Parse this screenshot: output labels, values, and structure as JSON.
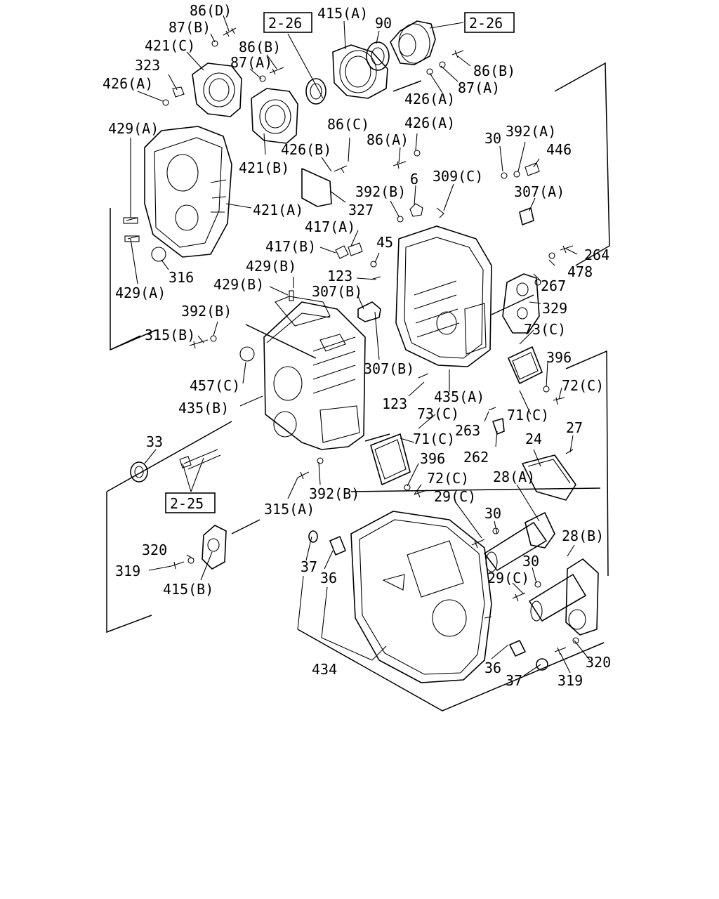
{
  "labels": {
    "l_86D": "86(D)",
    "l_87B_top": "87(B)",
    "l_421C": "421(C)",
    "l_86B_top": "86(B)",
    "l_323": "323",
    "l_87A_top": "87(A)",
    "l_426A_left": "426(A)",
    "l_415A": "415(A)",
    "l_90": "90",
    "l_86B_right": "86(B)",
    "l_426A_mid": "426(A)",
    "l_87A_right": "87(A)",
    "l_429A_top": "429(A)",
    "l_86C": "86(C)",
    "l_426A_up": "426(A)",
    "l_86A": "86(A)",
    "l_426B": "426(B)",
    "l_421B": "421(B)",
    "l_30_top": "30",
    "l_392A": "392(A)",
    "l_446": "446",
    "l_6": "6",
    "l_309C": "309(C)",
    "l_392B_mid": "392(B)",
    "l_421A": "421(A)",
    "l_327": "327",
    "l_307A": "307(A)",
    "l_417A": "417(A)",
    "l_45": "45",
    "l_417B": "417(B)",
    "l_264": "264",
    "l_316": "316",
    "l_123_top": "123",
    "l_478": "478",
    "l_429B_up": "429(B)",
    "l_429A_bot": "429(A)",
    "l_429B_lo": "429(B)",
    "l_307B_up": "307(B)",
    "l_267": "267",
    "l_329": "329",
    "l_392B_left": "392(B)",
    "l_73C_right": "73(C)",
    "l_315B": "315(B)",
    "l_396_right": "396",
    "l_307B_lo": "307(B)",
    "l_72C_right": "72(C)",
    "l_457C": "457(C)",
    "l_123_lo": "123",
    "l_435A": "435(A)",
    "l_435B": "435(B)",
    "l_73C_mid": "73(C)",
    "l_263": "263",
    "l_71C_right": "71(C)",
    "l_27": "27",
    "l_33": "33",
    "l_71C_mid": "71(C)",
    "l_262": "262",
    "l_24": "24",
    "l_396_mid": "396",
    "l_28A": "28(A)",
    "l_72C_mid": "72(C)",
    "l_29C_top": "29(C)",
    "l_392B_bot": "392(B)",
    "l_315A": "315(A)",
    "l_30_mid": "30",
    "l_28B": "28(B)",
    "l_320_left": "320",
    "l_319_left": "319",
    "l_30_lo": "30",
    "l_37_left": "37",
    "l_29C_lo": "29(C)",
    "l_415B": "415(B)",
    "l_36_left": "36",
    "l_434": "434",
    "l_36_right": "36",
    "l_320_right": "320",
    "l_37_right": "37",
    "l_319_right": "319"
  },
  "refs": {
    "r_226_left": "2-26",
    "r_226_right": "2-26",
    "r_225": "2-25"
  }
}
